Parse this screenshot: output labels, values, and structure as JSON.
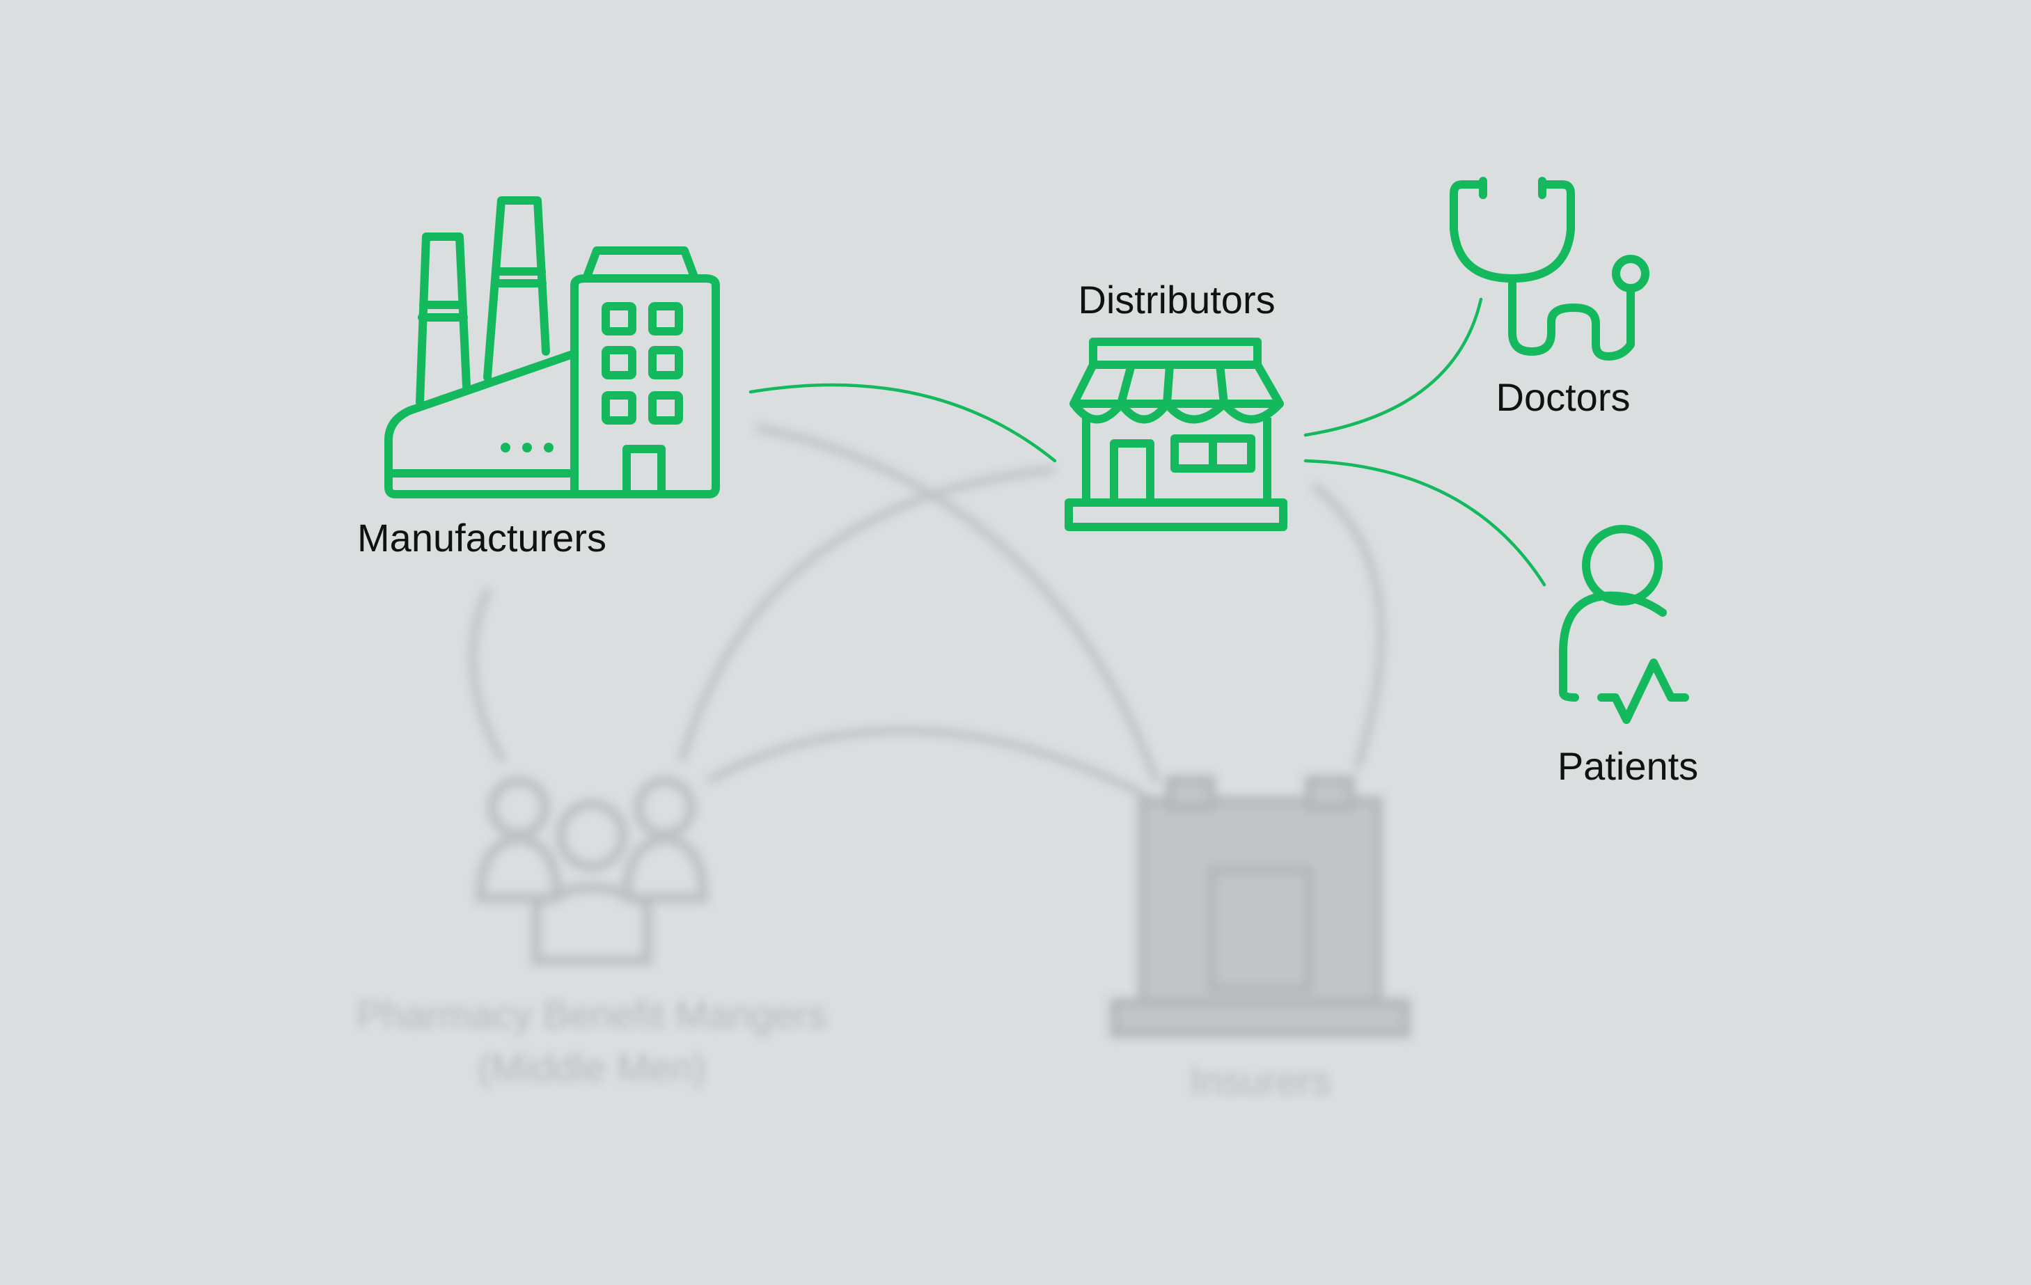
{
  "diagram": {
    "colors": {
      "background": "#dadedf",
      "accent": "#14b95e",
      "label": "#111111",
      "faded": "#b9bdbf"
    },
    "nodes": {
      "manufacturers": {
        "label": "Manufacturers",
        "icon": "factory-icon"
      },
      "distributors": {
        "label": "Distributors",
        "icon": "storefront-icon"
      },
      "doctors": {
        "label": "Doctors",
        "icon": "stethoscope-icon"
      },
      "patients": {
        "label": "Patients",
        "icon": "patient-heartbeat-icon"
      },
      "pbm": {
        "label_line1": "Pharmacy Benefit Mangers",
        "label_line2": "(Middle Men)",
        "icon": "people-group-icon"
      },
      "insurers": {
        "label": "Insurers",
        "icon": "building-icon"
      }
    }
  }
}
